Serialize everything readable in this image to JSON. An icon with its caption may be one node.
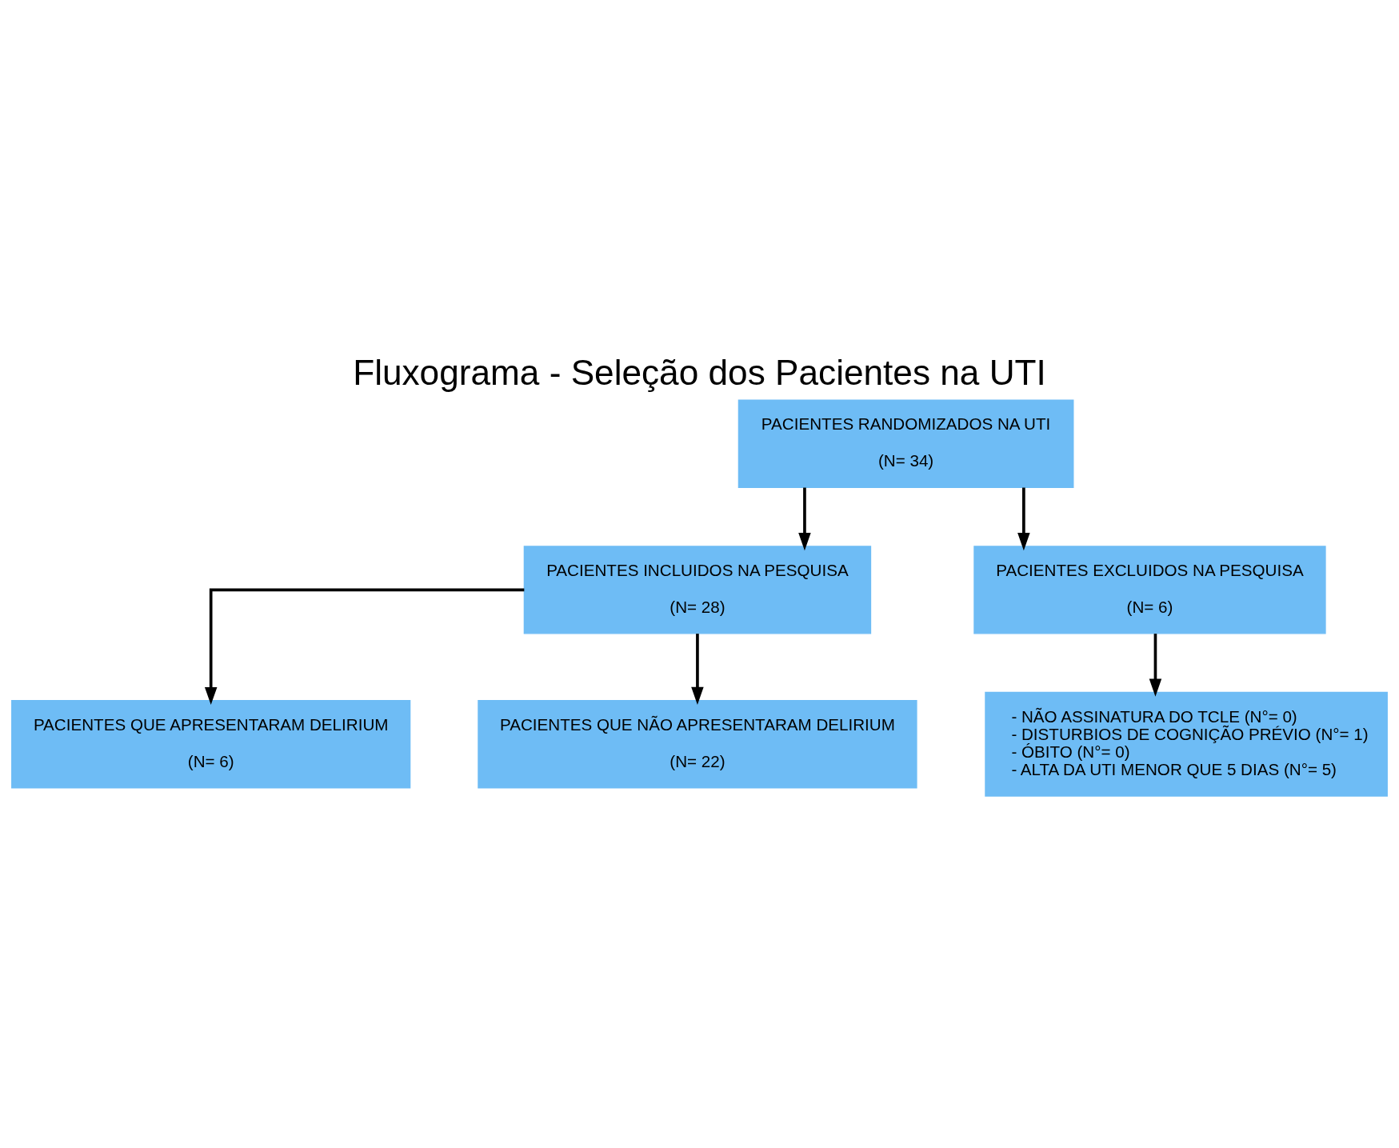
{
  "diagram": {
    "title": "Fluxograma - Seleção dos Pacientes na UTI",
    "nodes": [
      {
        "text": [
          "PACIENTES RANDOMIZADOS NA UTI",
          "(N= 34)"
        ]
      },
      {
        "text": [
          "PACIENTES INCLUIDOS NA PESQUISA",
          "(N= 28)"
        ]
      },
      {
        "text": [
          "PACIENTES EXCLUIDOS NA PESQUISA",
          "(N= 6)"
        ]
      },
      {
        "text": [
          "- NÃO ASSINATURA DO TCLE (N°= 0)",
          "- DISTURBIOS DE COGNIÇÃO PRÉVIO (N°= 1)",
          "- ÓBITO (N°= 0)",
          "- ALTA DA UTI MENOR QUE 5 DIAS (N°= 5)"
        ]
      },
      {
        "text": [
          "PACIENTES QUE APRESENTARAM DELIRIUM",
          "(N= 6)"
        ]
      },
      {
        "text": [
          "PACIENTES QUE NÃO APRESENTARAM DELIRIUM",
          "(N= 22)"
        ]
      }
    ],
    "edges": [
      {
        "from": 0,
        "to": 1,
        "arrow": "to"
      },
      {
        "from": 0,
        "to": 2,
        "arrow": "to"
      },
      {
        "from": 2,
        "to": 3,
        "arrow": "to"
      },
      {
        "from": 1,
        "to": 4,
        "arrow": "to"
      },
      {
        "from": 1,
        "to": 5,
        "arrow": "to"
      }
    ]
  }
}
